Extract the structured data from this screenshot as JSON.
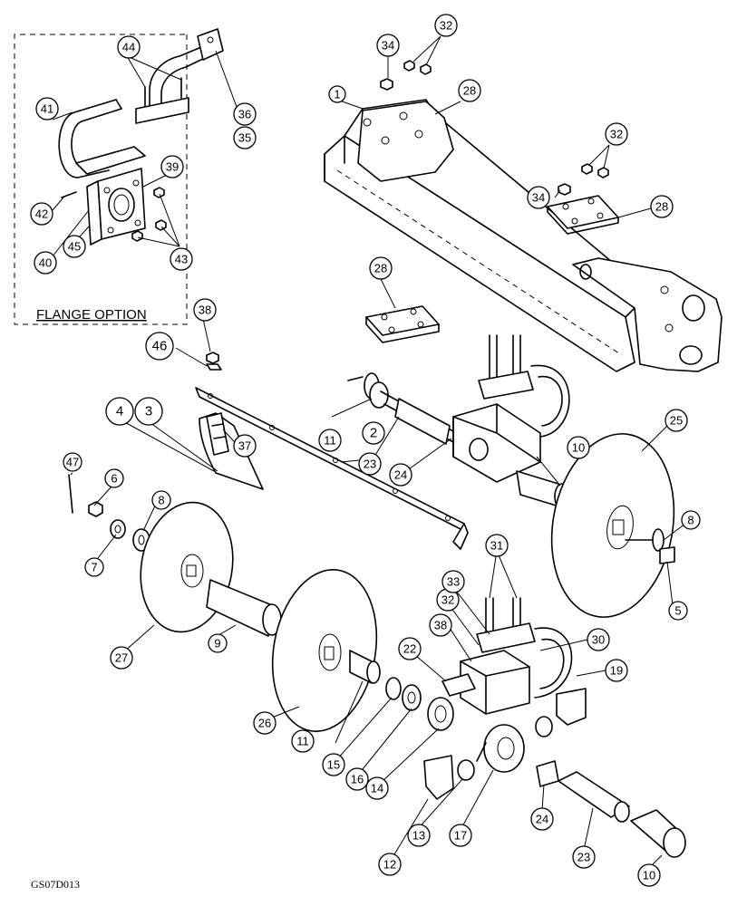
{
  "flange_option_label": "FLANGE OPTION",
  "drawing_code": "GS07D013",
  "callouts": [
    "1",
    "2",
    "3",
    "4",
    "5",
    "6",
    "7",
    "8",
    "8",
    "9",
    "10",
    "10",
    "11",
    "11",
    "12",
    "13",
    "14",
    "15",
    "16",
    "17",
    "19",
    "22",
    "23",
    "23",
    "24",
    "24",
    "25",
    "26",
    "27",
    "28",
    "28",
    "28",
    "30",
    "31",
    "32",
    "32",
    "32",
    "33",
    "34",
    "34",
    "35",
    "36",
    "37",
    "38",
    "38",
    "39",
    "40",
    "41",
    "42",
    "43",
    "44",
    "45",
    "46",
    "47"
  ]
}
